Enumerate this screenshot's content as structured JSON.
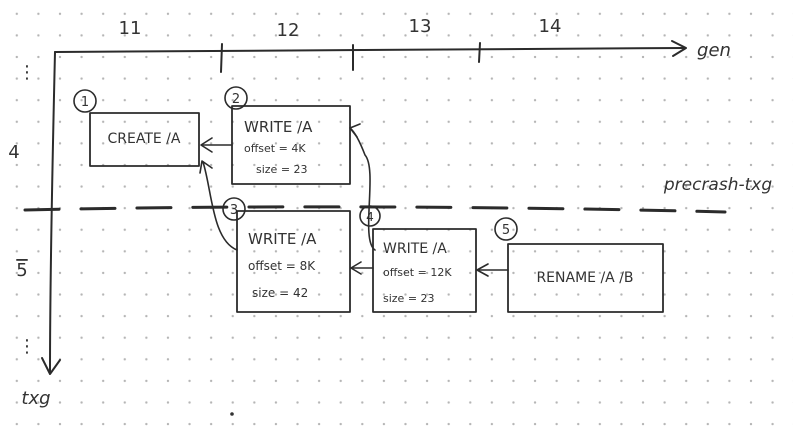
{
  "axes": {
    "x_label": "gen",
    "y_label": "txg",
    "x_ticks": [
      "11",
      "12",
      "13",
      "14"
    ],
    "y_ticks": [
      "4",
      "5"
    ],
    "x_ellipsis": "⋮",
    "y_ellipsis": "⋮"
  },
  "boundary_label": "precrash-txg",
  "nodes": [
    {
      "id": "1",
      "lines": [
        "CREATE /A"
      ]
    },
    {
      "id": "2",
      "lines": [
        "WRITE /A",
        "offset = 4K",
        "size = 23"
      ]
    },
    {
      "id": "3",
      "lines": [
        "WRITE /A",
        "offset = 8K",
        "size = 42"
      ]
    },
    {
      "id": "4",
      "lines": [
        "WRITE /A",
        "offset = 12K",
        "size = 23"
      ]
    },
    {
      "id": "5",
      "lines": [
        "RENAME /A /B"
      ]
    }
  ]
}
